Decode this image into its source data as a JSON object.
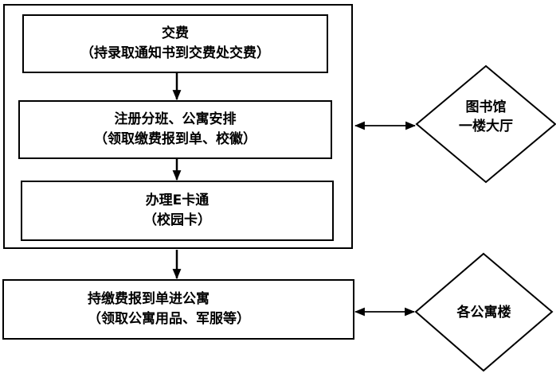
{
  "diagram": {
    "type": "flowchart",
    "colors": {
      "background": "#ffffff",
      "line": "#000000",
      "text": "#000000"
    },
    "steps": [
      {
        "id": "pay-fee",
        "title": "交费",
        "subtitle": "（持录取通知书到交费处交费）"
      },
      {
        "id": "register-class-dorm",
        "title": "注册分班、公寓安排",
        "subtitle": "（领取缴费报到单、校徽）"
      },
      {
        "id": "ecard",
        "title": "办理E卡通",
        "subtitle": "（校园卡）"
      },
      {
        "id": "enter-dorm",
        "title": "持缴费报到单进公寓",
        "subtitle": "（领取公寓用品、军服等）"
      }
    ],
    "locations": [
      {
        "id": "library-hall",
        "line1": "图书馆",
        "line2": "一楼大厅"
      },
      {
        "id": "dorm-buildings",
        "line1": "各公寓楼"
      }
    ],
    "connections": [
      {
        "from": "pay-fee",
        "to": "register-class-dorm",
        "style": "arrow-down"
      },
      {
        "from": "register-class-dorm",
        "to": "ecard",
        "style": "arrow-down"
      },
      {
        "from": "main-process-container",
        "to": "enter-dorm",
        "style": "arrow-down"
      },
      {
        "from": "main-process-container",
        "to": "library-hall",
        "style": "double-arrow"
      },
      {
        "from": "enter-dorm",
        "to": "dorm-buildings",
        "style": "double-arrow"
      }
    ]
  }
}
